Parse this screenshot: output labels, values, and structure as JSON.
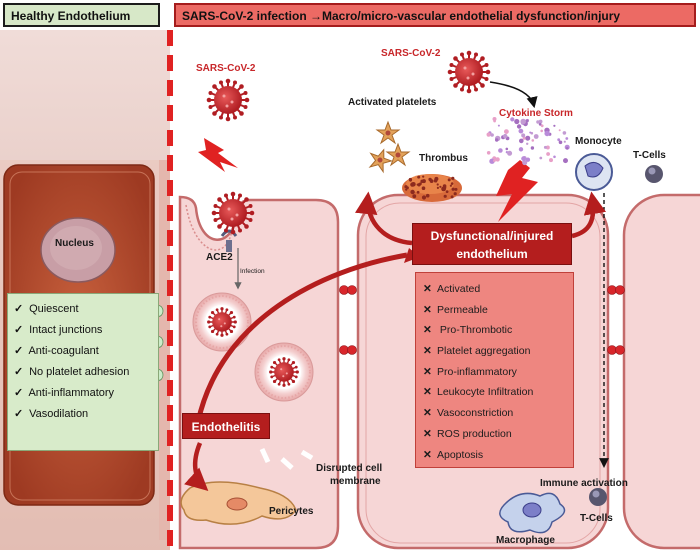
{
  "header_left": "Healthy Endothelium",
  "header_right": "SARS-CoV-2 infection →Macro/micro-vascular endothelial dysfunction/injury",
  "labels": {
    "virus_left": "SARS-CoV-2",
    "virus_top": "SARS-CoV-2",
    "activated_platelets": "Activated platelets",
    "cytokine_storm": "Cytokine Storm",
    "thrombus": "Thrombus",
    "monocyte": "Monocyte",
    "t_cells_top": "T-Cells",
    "nucleus": "Nucleus",
    "ace2": "ACE2",
    "infection": "Infection",
    "endothelitis": "Endothelitis",
    "disrupted_line1": "Disrupted cell",
    "disrupted_line2": "membrane",
    "pericytes": "Pericytes",
    "immune_activation": "Immune activation",
    "t_cells_bottom": "T-Cells",
    "macrophage": "Macrophage"
  },
  "healthy_features": [
    "Quiescent",
    "Intact junctions",
    "Anti-coagulant",
    "No platelet adhesion",
    "Anti-inflammatory",
    "Vasodilation"
  ],
  "dysfunction_title_line1": "Dysfunctional/injured",
  "dysfunction_title_line2": "endothelium",
  "dysfunction_features": [
    "Activated",
    "Permeable",
    " Pro-Thrombotic",
    "Platelet aggregation",
    "Pro-inflammatory",
    "Leukocyte Infiltration",
    "Vasoconstriction",
    "ROS production",
    "Apoptosis"
  ],
  "symbols": {
    "check": "✓",
    "cross": "✕"
  },
  "colors": {
    "virus_red": "#c8272a",
    "dark_red": "#b41e1e",
    "cell_pink": "#f6d6d6",
    "healthy_green": "#d8ebca",
    "dys_salmon": "#ee8680"
  }
}
